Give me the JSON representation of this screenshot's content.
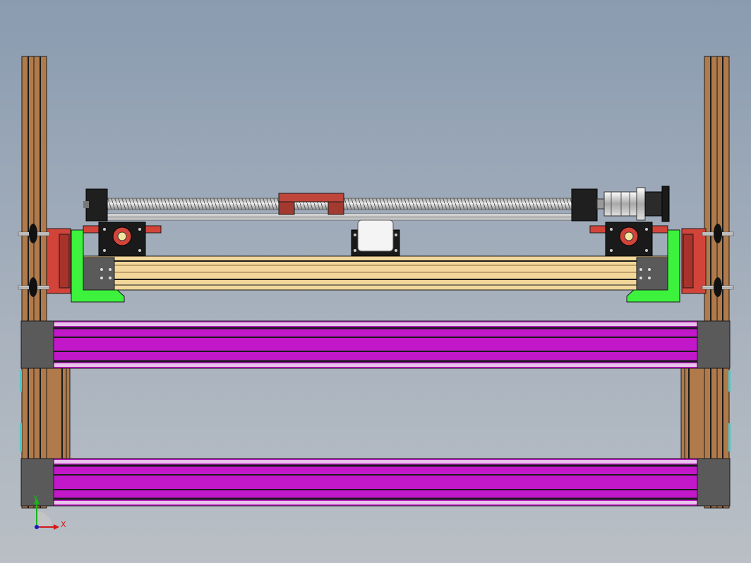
{
  "viewport": {
    "title": "",
    "background_top": "#8a9bb0",
    "background_bottom": "#b9bfc5"
  },
  "model": {
    "components": [
      {
        "name": "vertical-extrusion-left",
        "color": "#b07a4b"
      },
      {
        "name": "vertical-extrusion-right",
        "color": "#b07a4b"
      },
      {
        "name": "horizontal-extrusion-top",
        "color": "#c218c9"
      },
      {
        "name": "horizontal-extrusion-bottom",
        "color": "#c218c9"
      },
      {
        "name": "gantry-beam",
        "color": "#f3d79a"
      },
      {
        "name": "side-plates",
        "color": "#3cf23c"
      },
      {
        "name": "ball-screw",
        "color": "#d8d8d8"
      },
      {
        "name": "screw-nut-block",
        "color": "#c0453a"
      },
      {
        "name": "bearing-blocks",
        "color": "#1a1a1a"
      },
      {
        "name": "stepper-motor",
        "color": "#2b2b2b"
      },
      {
        "name": "wheel-brackets",
        "color": "#d2443a"
      }
    ]
  },
  "triad": {
    "x_label": "X",
    "y_label": "Y",
    "x_color": "#d41818",
    "y_color": "#18b418",
    "z_color": "#1818c8"
  }
}
